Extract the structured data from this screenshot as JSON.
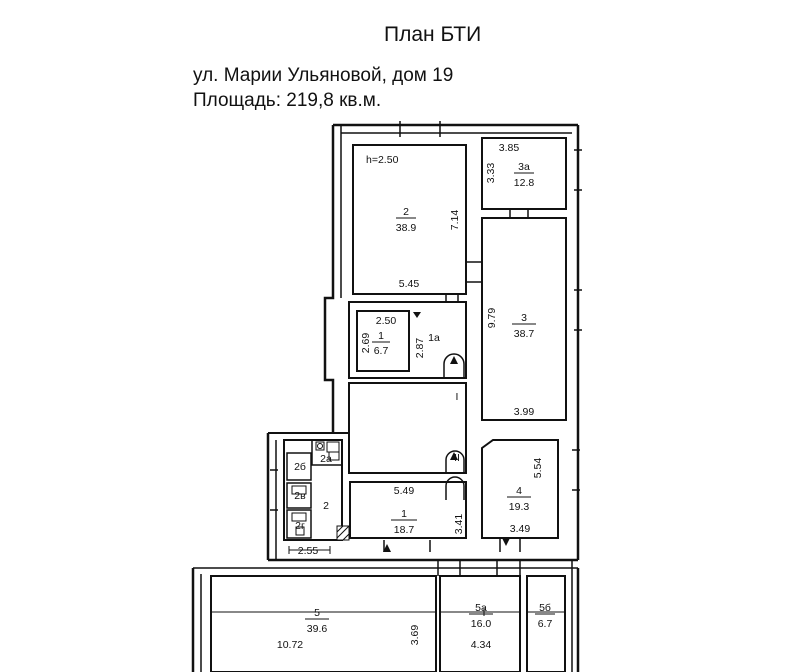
{
  "header": {
    "title": "План БТИ",
    "address": "ул. Марии Ульяновой, дом 19",
    "area": "Площадь: 219,8 кв.м."
  },
  "plan": {
    "height_note": "h=2.50",
    "rooms": [
      {
        "id": "2",
        "area": "38.9"
      },
      {
        "id": "3а",
        "area": "12.8"
      },
      {
        "id": "3",
        "area": "38.7"
      },
      {
        "id": "1",
        "area": "6.7",
        "key": "room-1-small"
      },
      {
        "id": "1а",
        "area": ""
      },
      {
        "id": "4",
        "area": "19.3"
      },
      {
        "id": "1",
        "area": "18.7",
        "key": "room-1-large"
      },
      {
        "id": "2",
        "area": ""
      },
      {
        "id": "2а",
        "area": ""
      },
      {
        "id": "2б",
        "area": ""
      },
      {
        "id": "2в",
        "area": ""
      },
      {
        "id": "2г",
        "area": ""
      },
      {
        "id": "5",
        "area": "39.6"
      },
      {
        "id": "5а",
        "area": "16.0"
      },
      {
        "id": "5б",
        "area": "6.7"
      },
      {
        "id": "I",
        "area": ""
      },
      {
        "id": "II",
        "area": ""
      }
    ],
    "dimensions": [
      "3.85",
      "3.33",
      "7.14",
      "5.45",
      "9.79",
      "3.99",
      "2.50",
      "2.69",
      "2.87",
      "5.54",
      "3.49",
      "5.49",
      "3.41",
      "2.55",
      "10.72",
      "3.69",
      "4.34"
    ]
  }
}
